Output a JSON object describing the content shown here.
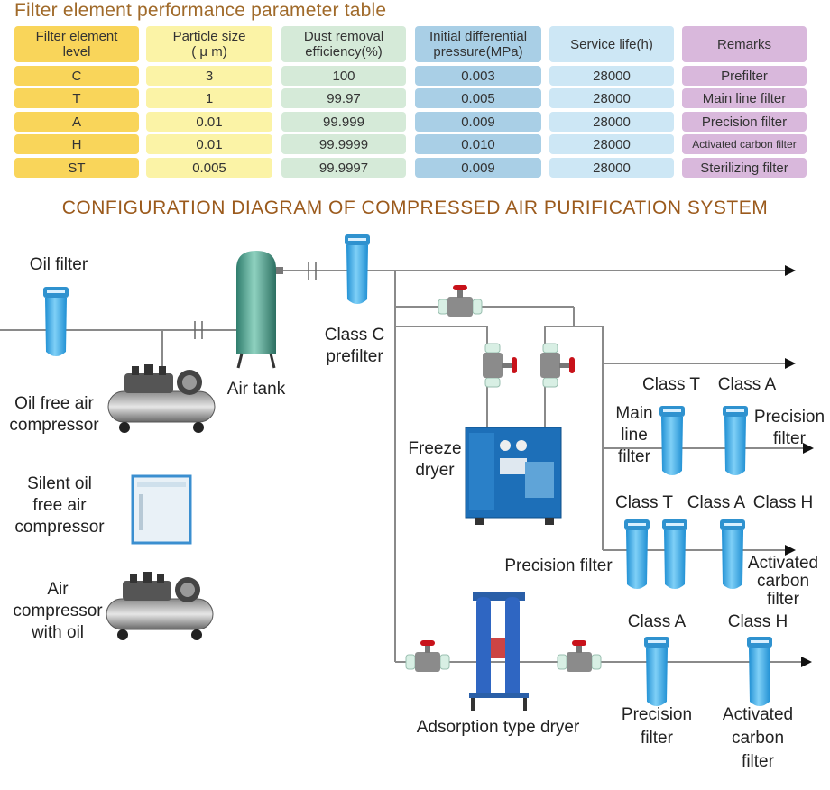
{
  "table": {
    "title": "Filter element performance parameter table",
    "headers": [
      "Filter element level",
      "Particle size (μm)",
      "Dust removal efficiency(%)",
      "Initial differential pressure(MPa)",
      "Service life(h)",
      "Remarks"
    ],
    "header_lines": [
      [
        "Filter element",
        "level"
      ],
      [
        "Particle size",
        "( μ m)"
      ],
      [
        "Dust removal",
        "efficiency(%)"
      ],
      [
        "Initial differential",
        "pressure(MPa)"
      ],
      [
        "Service life(h)"
      ],
      [
        "Remarks"
      ]
    ],
    "rows": [
      [
        "C",
        "3",
        "100",
        "0.003",
        "28000",
        "Prefilter"
      ],
      [
        "T",
        "1",
        "99.97",
        "0.005",
        "28000",
        "Main line filter"
      ],
      [
        "A",
        "0.01",
        "99.999",
        "0.009",
        "28000",
        "Precision filter"
      ],
      [
        "H",
        "0.01",
        "99.9999",
        "0.010",
        "28000",
        "Activated carbon filter"
      ],
      [
        "ST",
        "0.005",
        "99.9997",
        "0.009",
        "28000",
        "Sterilizing filter"
      ]
    ],
    "column_colors": [
      "#f9d55a",
      "#fbf3a6",
      "#d5ead8",
      "#a9cfe6",
      "#cde7f5",
      "#d9b8dc"
    ]
  },
  "diagram": {
    "title": "CONFIGURATION DIAGRAM OF COMPRESSED AIR PURIFICATION SYSTEM",
    "labels": {
      "oil_filter": [
        "Oil filter"
      ],
      "oil_free_compressor": [
        "Oil free air",
        "compressor"
      ],
      "silent_compressor": [
        "Silent oil",
        "free air",
        "compressor"
      ],
      "oil_compressor": [
        "Air",
        "compressor",
        "with oil"
      ],
      "air_tank": [
        "Air tank"
      ],
      "class_c_prefilter": [
        "Class C",
        "prefilter"
      ],
      "freeze_dryer": [
        "Freeze",
        "dryer"
      ],
      "main_line_filter": [
        "Main",
        "line",
        "filter"
      ],
      "class_t_1": [
        "Class T"
      ],
      "class_a_1": [
        "Class A"
      ],
      "precision_filter_1": [
        "Precision",
        "filter"
      ],
      "class_t_2": [
        "Class T"
      ],
      "class_a_2": [
        "Class A"
      ],
      "class_h_2": [
        "Class H"
      ],
      "precision_filter_2": [
        "Precision filter"
      ],
      "activated_carbon_2": [
        "Activated",
        "carbon",
        "filter"
      ],
      "adsorption_dryer": [
        "Adsorption type dryer"
      ],
      "class_a_3": [
        "Class A"
      ],
      "class_h_3": [
        "Class H"
      ],
      "precision_filter_3": [
        "Precision",
        "filter"
      ],
      "activated_carbon_3": [
        "Activated",
        "carbon",
        "filter"
      ]
    },
    "icons": [
      "filter-icon",
      "compressor-icon",
      "air-tank-icon",
      "valve-icon",
      "freeze-dryer-icon",
      "adsorption-dryer-icon",
      "arrow-icon"
    ],
    "colors": {
      "filter": "#3aa7e2",
      "pipe": "#888888",
      "tank": "#3e8f7f",
      "valve": "#c8121a",
      "dryer": "#1d6fb8"
    }
  }
}
